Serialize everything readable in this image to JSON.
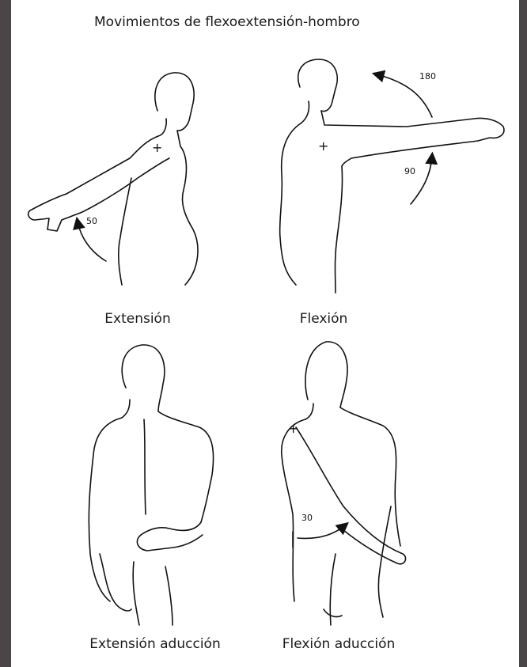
{
  "title": "Movimientos de flexoextensión-hombro",
  "panels": [
    {
      "caption": "Extensión",
      "angles": [
        "50"
      ]
    },
    {
      "caption": "Flexión",
      "angles": [
        "180",
        "90"
      ]
    },
    {
      "caption": "Extensión aducción",
      "angles": []
    },
    {
      "caption": "Flexión aducción",
      "angles": [
        "30"
      ]
    }
  ]
}
